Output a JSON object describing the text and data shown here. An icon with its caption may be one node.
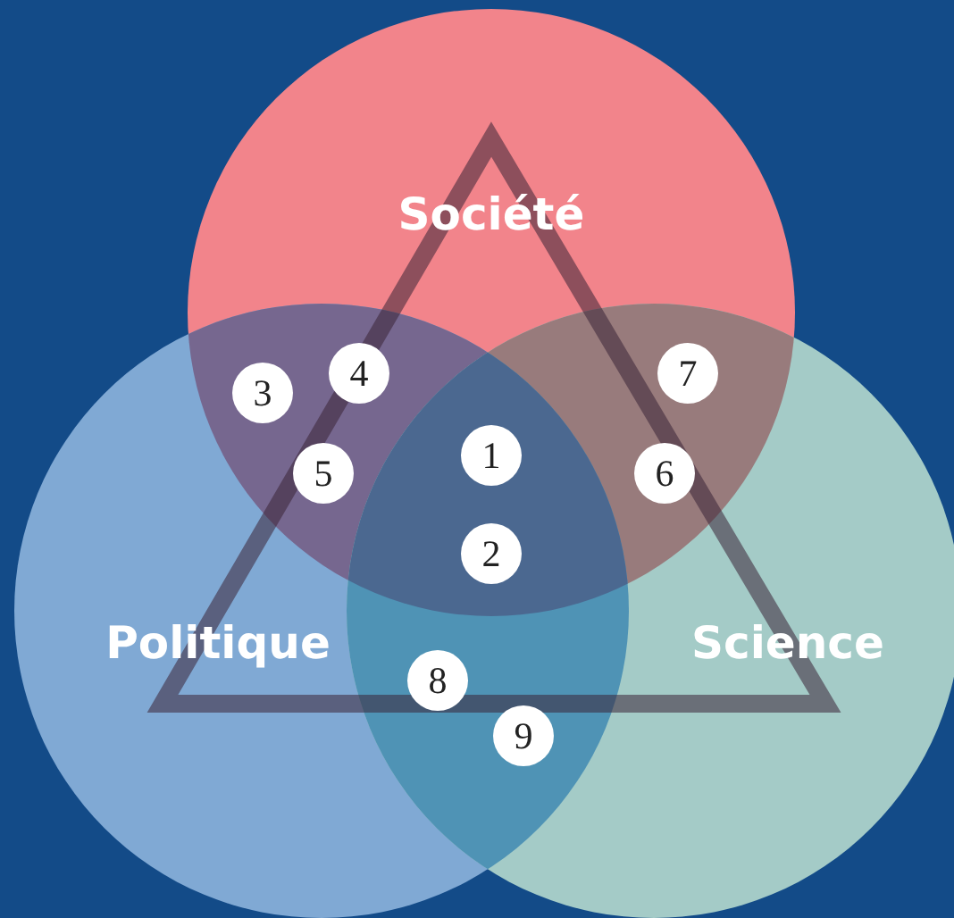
{
  "diagram": {
    "nodes": [
      {
        "text": [
          "Société"
        ]
      },
      {
        "text": [
          "Politique"
        ]
      },
      {
        "text": [
          "Science"
        ]
      },
      {
        "text": [
          "1"
        ]
      },
      {
        "text": [
          "2"
        ]
      },
      {
        "text": [
          "3"
        ]
      },
      {
        "text": [
          "4"
        ]
      },
      {
        "text": [
          "5"
        ]
      },
      {
        "text": [
          "6"
        ]
      },
      {
        "text": [
          "7"
        ]
      },
      {
        "text": [
          "8"
        ]
      },
      {
        "text": [
          "9"
        ]
      }
    ]
  }
}
